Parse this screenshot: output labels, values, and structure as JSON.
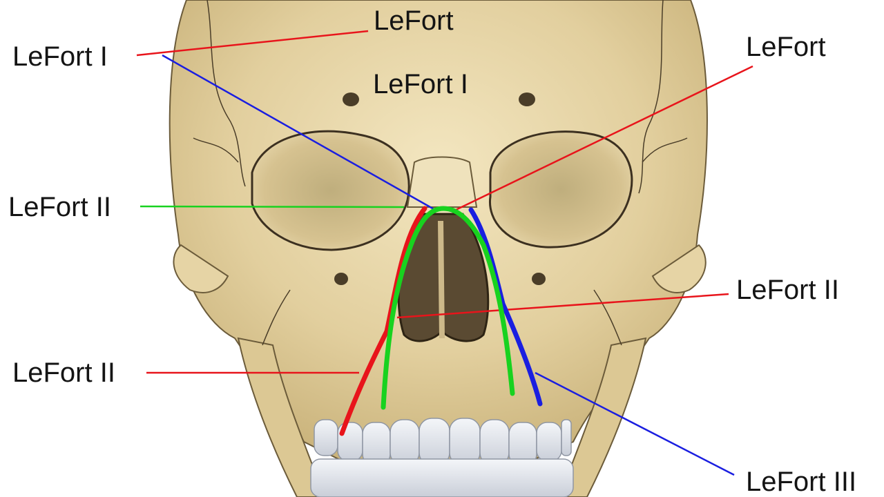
{
  "labels": {
    "top_center": "LeFort",
    "top_left": "LeFort I",
    "forehead": "LeFort I",
    "top_right": "LeFort",
    "mid_left": "LeFort II",
    "mid_right": "LeFort II",
    "lower_left": "LeFort II",
    "bottom_right": "LeFort III"
  },
  "colors": {
    "red_line": "#e8141b",
    "green_line": "#18d21f",
    "blue_line": "#1a1ee0",
    "bone": "#e4d3a6",
    "teeth": "#e8ebf0"
  }
}
